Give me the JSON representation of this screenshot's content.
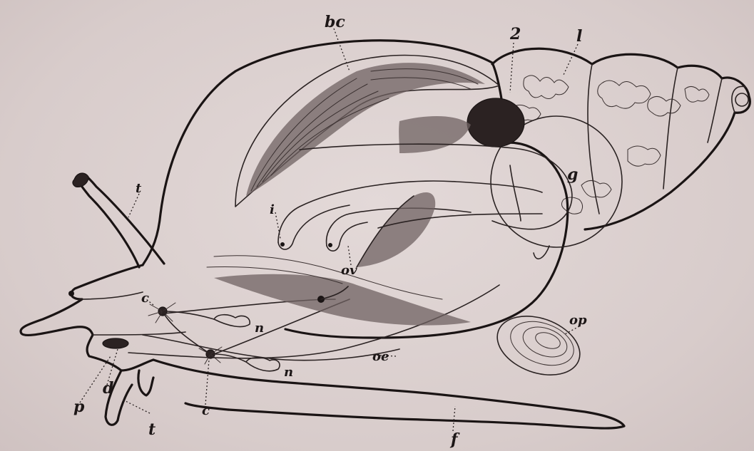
{
  "labels": {
    "bc": "bc",
    "two": "2",
    "l": "l",
    "g": "g",
    "t_upper": "t",
    "i": "i",
    "ov": "ov",
    "op": "op",
    "c_upper": "c",
    "n_upper": "n",
    "n_lower": "n",
    "oe": "oe",
    "p": "p",
    "d": "d",
    "c_lower": "c",
    "t_lower": "t",
    "f": "f"
  }
}
